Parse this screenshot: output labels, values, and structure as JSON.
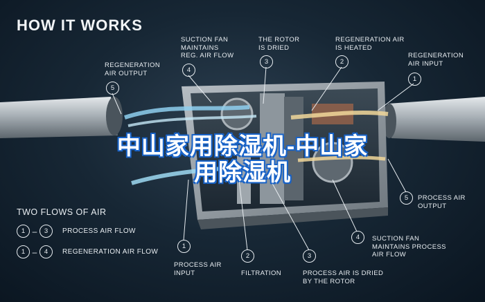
{
  "heading": "HOW IT WORKS",
  "overlay_title": {
    "line1": "中山家用除湿机-中山家",
    "line2": "用除湿机"
  },
  "callouts_top": [
    {
      "num": "5",
      "text": "REGENERATION\nAIR OUTPUT"
    },
    {
      "num": "4",
      "text": "SUCTION FAN\nMAINTAINS\nREG. AIR FLOW"
    },
    {
      "num": "3",
      "text": "THE ROTOR\nIS DRIED"
    },
    {
      "num": "2",
      "text": "REGENERATION AIR\nIS HEATED"
    },
    {
      "num": "1",
      "text": "REGENERATION\nAIR INPUT"
    }
  ],
  "callouts_bottom": [
    {
      "num": "1",
      "text": "PROCESS AIR\nINPUT"
    },
    {
      "num": "2",
      "text": "FILTRATION"
    },
    {
      "num": "3",
      "text": "PROCESS AIR IS DRIED\nBY THE ROTOR"
    },
    {
      "num": "4",
      "text": "SUCTION FAN\nMAINTAINS PROCESS\nAIR FLOW"
    },
    {
      "num": "5",
      "text": "PROCESS AIR\nOUTPUT"
    }
  ],
  "flows": {
    "title": "TWO FLOWS OF AIR",
    "rows": [
      {
        "from": "1",
        "to": "3",
        "label": "PROCESS AIR FLOW"
      },
      {
        "from": "1",
        "to": "4",
        "label": "REGENERATION AIR FLOW"
      }
    ]
  },
  "colors": {
    "background": "#172735",
    "text": "#e8edf1",
    "overlay_outline": "#1a64c8",
    "airflow": "#8ecfee",
    "heated_air": "#f1d79a"
  }
}
